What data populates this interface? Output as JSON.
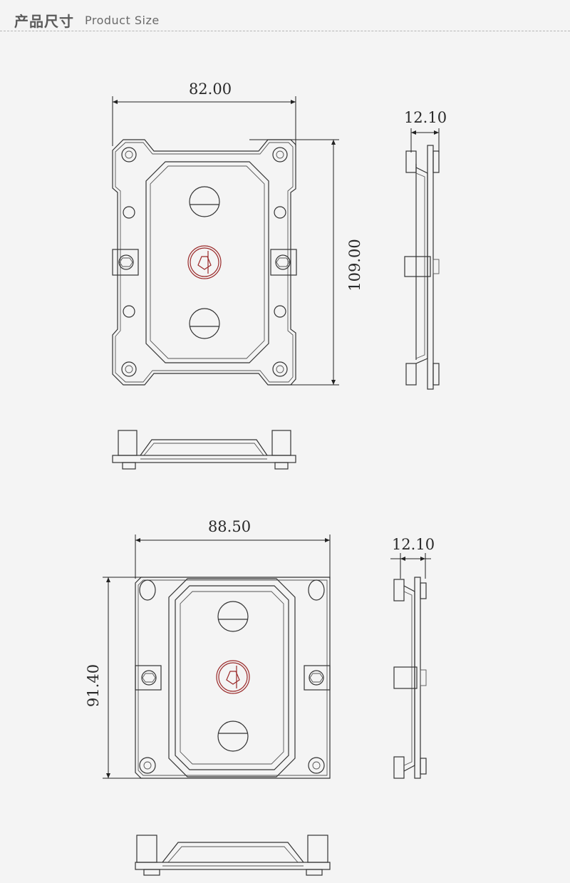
{
  "header": {
    "title_cn": "产品尺寸",
    "title_en": "Product Size"
  },
  "views": [
    {
      "width_label": "82.00",
      "height_label": "109.00",
      "depth_label": "12.10"
    },
    {
      "width_label": "88.50",
      "height_label": "91.40",
      "depth_label": "12.10"
    }
  ],
  "colors": {
    "line": "#333333",
    "logo": "#9a2a2a",
    "background": "#f4f4f4"
  }
}
